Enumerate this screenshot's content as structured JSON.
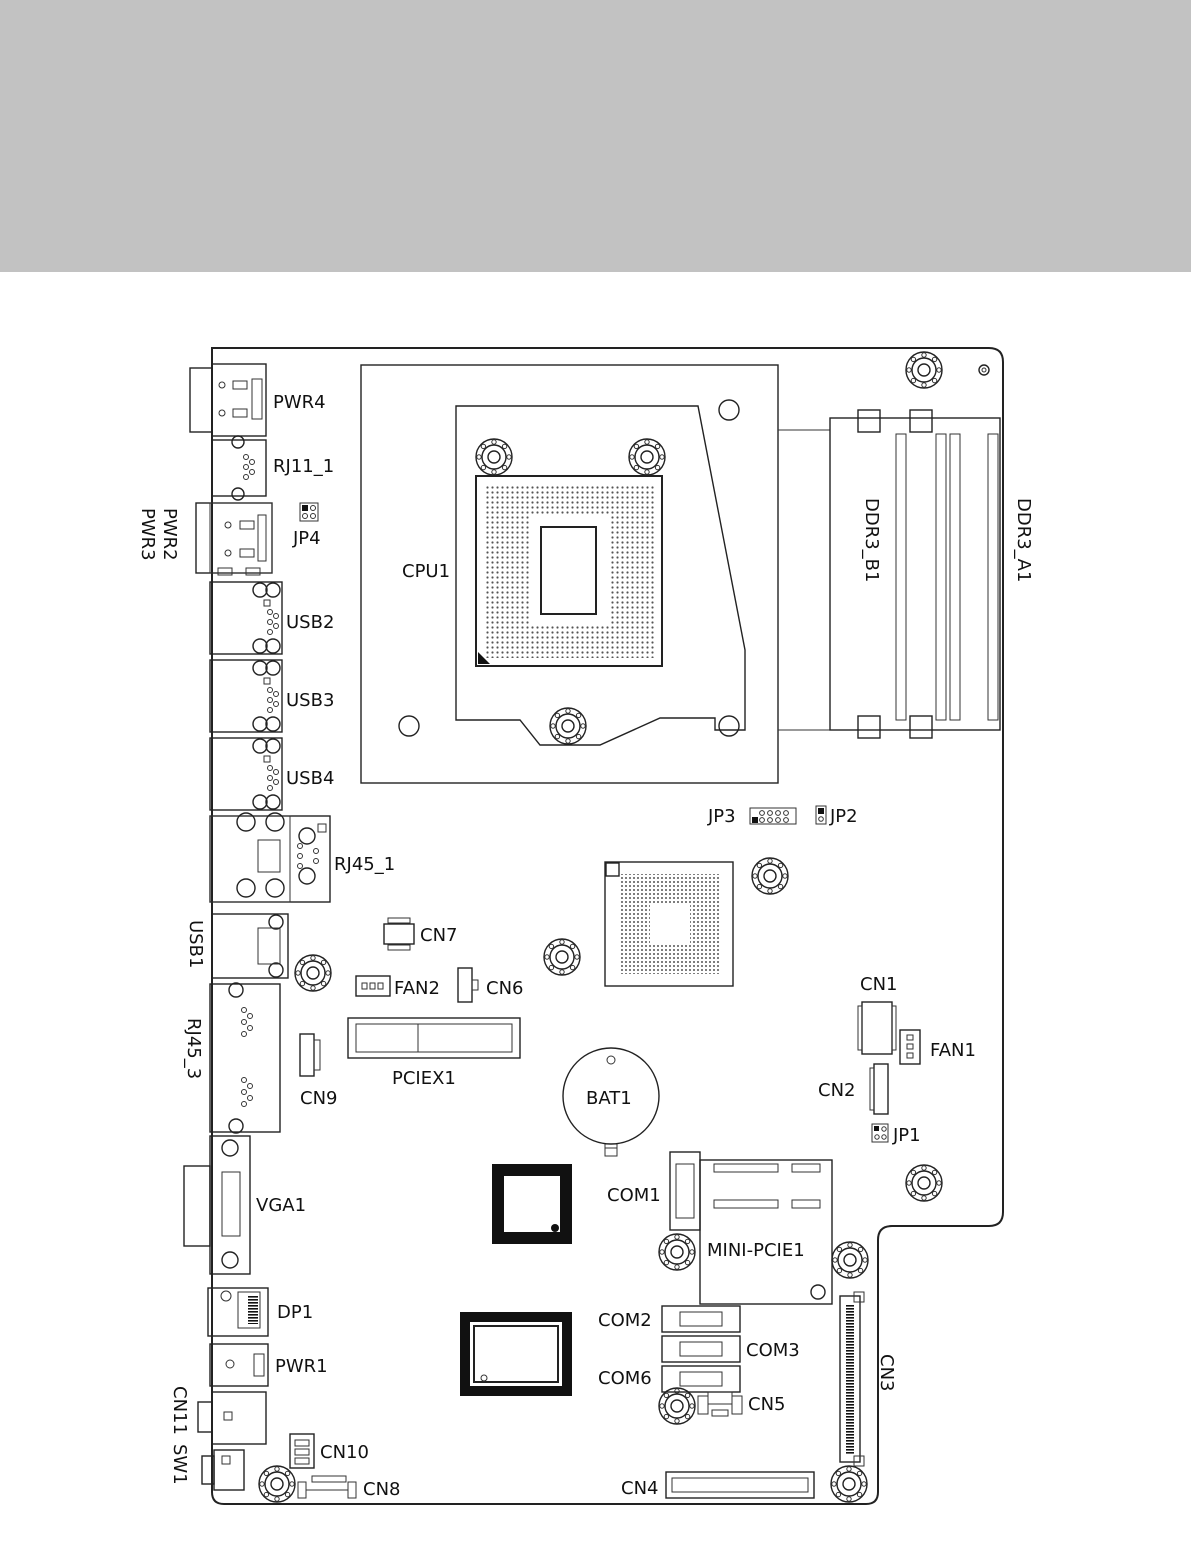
{
  "labels": {
    "pwr4": "PWR4",
    "rj11_1": "RJ11_1",
    "pwr2": "PWR2",
    "pwr3": "PWR3",
    "jp4": "JP4",
    "cpu1": "CPU1",
    "usb2": "USB2",
    "usb3": "USB3",
    "usb4": "USB4",
    "rj45_1": "RJ45_1",
    "usb1": "USB1",
    "rj45_3": "RJ45_3",
    "cn7": "CN7",
    "fan2": "FAN2",
    "cn6": "CN6",
    "cn9": "CN9",
    "pciex1": "PCIEX1",
    "vga1": "VGA1",
    "dp1": "DP1",
    "pwr1": "PWR1",
    "cn11": "CN11",
    "sw1": "SW1",
    "cn10": "CN10",
    "cn8": "CN8",
    "ddr3_b1": "DDR3_B1",
    "ddr3_a1": "DDR3_A1",
    "jp3": "JP3",
    "jp2": "JP2",
    "cn1": "CN1",
    "fan1": "FAN1",
    "cn2": "CN2",
    "jp1": "JP1",
    "bat1": "BAT1",
    "com1": "COM1",
    "mini_pcie1": "MINI-PCIE1",
    "com2": "COM2",
    "com3": "COM3",
    "com6": "COM6",
    "cn5": "CN5",
    "cn3": "CN3",
    "cn4": "CN4"
  },
  "colors": {
    "banner": "#c2c2c2",
    "outline": "#222222"
  }
}
